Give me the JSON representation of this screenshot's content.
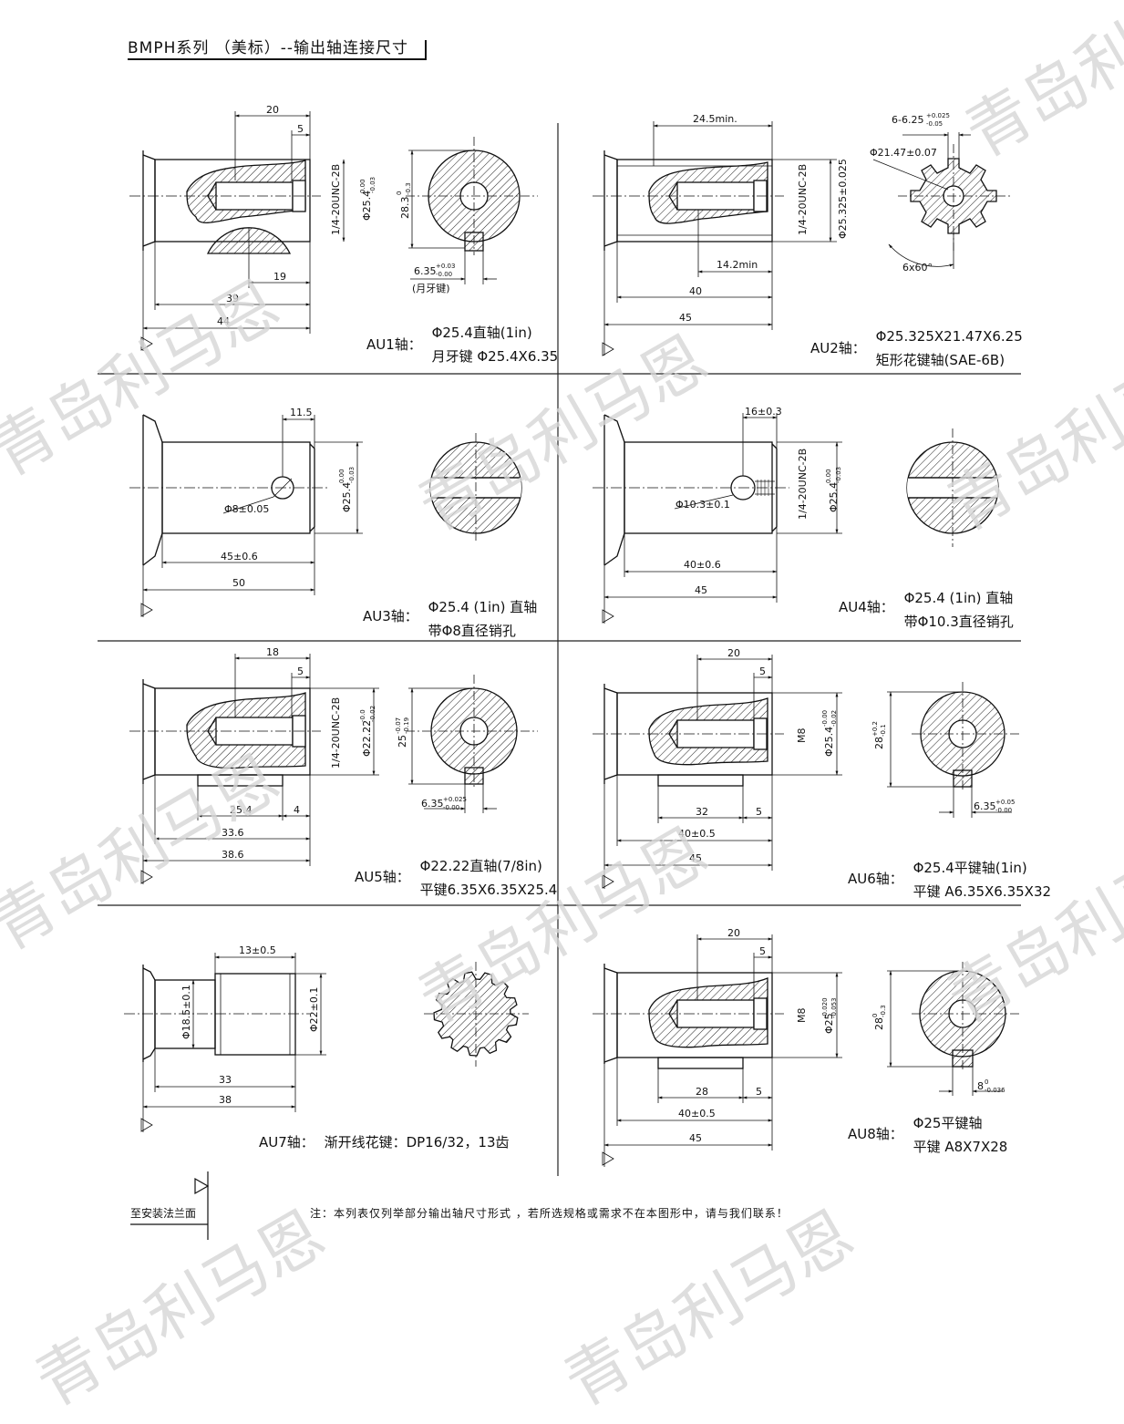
{
  "header": {
    "title": "BMPH系列 （美标）--输出轴连接尺寸"
  },
  "watermark": {
    "text": "青岛利马恩"
  },
  "panels": {
    "au1": {
      "name": "AU1轴：",
      "line1": "Φ25.4直轴(1in)",
      "line2": "月牙键 Φ25.4X6.35",
      "dims": {
        "d20": "20",
        "d5": "5",
        "thread": "1/4-20UNC-2B",
        "dia": "Φ25.4",
        "dia_tol_u": "0.00",
        "dia_tol_l": "-0.03",
        "h": "28.3",
        "h_tol_u": "0",
        "h_tol_l": "-0.3",
        "d19": "19",
        "d39": "39",
        "d44": "44",
        "key": "6.35",
        "key_tol_u": "+0.03",
        "key_tol_l": "-0.00",
        "key_note": "(月牙键)"
      }
    },
    "au2": {
      "name": "AU2轴：",
      "line1": "Φ25.325X21.47X6.25",
      "line2": "矩形花键轴(SAE-6B)",
      "dims": {
        "d245": "24.5min.",
        "thread": "1/4-20UNC-2B",
        "dia": "Φ25.325±0.025",
        "d142": "14.2min",
        "d40": "40",
        "d45": "45",
        "spl": "6-6.25",
        "spl_tol_u": "+0.025",
        "spl_tol_l": "-0.05",
        "minor": "Φ21.47±0.07",
        "ang": "6x60°"
      }
    },
    "au3": {
      "name": "AU3轴：",
      "line1": "Φ25.4 (1in) 直轴",
      "line2": "带Φ8直径销孔",
      "dims": {
        "d115": "11.5",
        "dia": "Φ25.4",
        "dia_tol_u": "0.00",
        "dia_tol_l": "-0.03",
        "pin": "Φ8±0.05",
        "d45": "45±0.6",
        "d50": "50"
      }
    },
    "au4": {
      "name": "AU4轴：",
      "line1": "Φ25.4 (1in) 直轴",
      "line2": "带Φ10.3直径销孔",
      "dims": {
        "d16": "16±0.3",
        "thread": "1/4-20UNC-2B",
        "dia": "Φ25.4",
        "dia_tol_u": "0.00",
        "dia_tol_l": "-0.03",
        "pin": "Φ10.3±0.1",
        "d40": "40±0.6",
        "d45": "45"
      }
    },
    "au5": {
      "name": "AU5轴：",
      "line1": "Φ22.22直轴(7/8in)",
      "line2": "平键6.35X6.35X25.4",
      "dims": {
        "d18": "18",
        "d5": "5",
        "thread": "1/4-20UNC-2B",
        "dia": "Φ22.22",
        "dia_tol_u": "-0.0",
        "dia_tol_l": "-0.02",
        "h": "25",
        "h_tol_u": "-0.07",
        "h_tol_l": "-0.19",
        "d254": "25.4",
        "d4": "4",
        "d336": "33.6",
        "d386": "38.6",
        "key": "6.35",
        "key_tol_u": "+0.025",
        "key_tol_l": "-0.00"
      }
    },
    "au6": {
      "name": "AU6轴：",
      "line1": "Φ25.4平键轴(1in)",
      "line2": "平键 A6.35X6.35X32",
      "dims": {
        "d20": "20",
        "d5": "5",
        "m": "M8",
        "dia": "Φ25.4",
        "dia_tol_u": "-0.00",
        "dia_tol_l": "-0.02",
        "h": "28",
        "h_tol_u": "+0.2",
        "h_tol_l": "-0.1",
        "d32": "32",
        "d5b": "5",
        "d40": "40±0.5",
        "d45": "45",
        "key": "6.35",
        "key_tol_u": "+0.05",
        "key_tol_l": "-0.00"
      }
    },
    "au7": {
      "name": "AU7轴：",
      "line1": "渐开线花键：DP16/32，13齿",
      "line2": "",
      "dims": {
        "d13": "13±0.5",
        "d185": "Φ18.5±0.1",
        "d22": "Φ22±0.1",
        "d33": "33",
        "d38": "38"
      }
    },
    "au8": {
      "name": "AU8轴：",
      "line1": "Φ25平键轴",
      "line2": "平键 A8X7X28",
      "dims": {
        "d20": "20",
        "d5": "5",
        "m": "M8",
        "dia": "Φ25",
        "dia_tol_u": "-0.020",
        "dia_tol_l": "-0.053",
        "h": "28",
        "h_tol_u": "0",
        "h_tol_l": "-0.3",
        "d28": "28",
        "d5b": "5",
        "d40": "40±0.5",
        "d45": "45",
        "key": "8",
        "key_tol_u": "0",
        "key_tol_l": "-0.036"
      }
    }
  },
  "footer": {
    "mount_label": "至安装法兰面",
    "note": "注：本列表仅列举部分输出轴尺寸形式 ，若所选规格或需求不在本图形中，请与我们联系！"
  }
}
